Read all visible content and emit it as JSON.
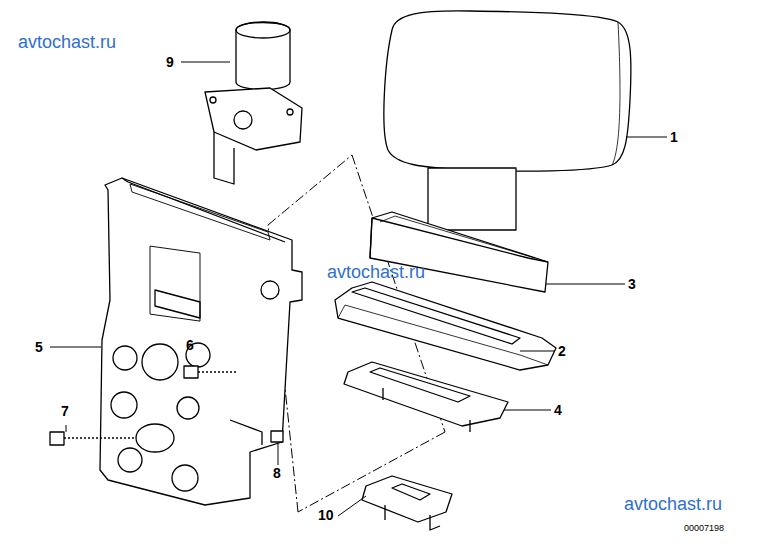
{
  "diagram": {
    "labels": [
      "avtochast.ru",
      "9",
      "1",
      "avtochast.ru",
      "3",
      "5",
      "6",
      "2",
      "4",
      "7",
      "8",
      "10",
      "avtochast.ru",
      "00007198"
    ]
  }
}
